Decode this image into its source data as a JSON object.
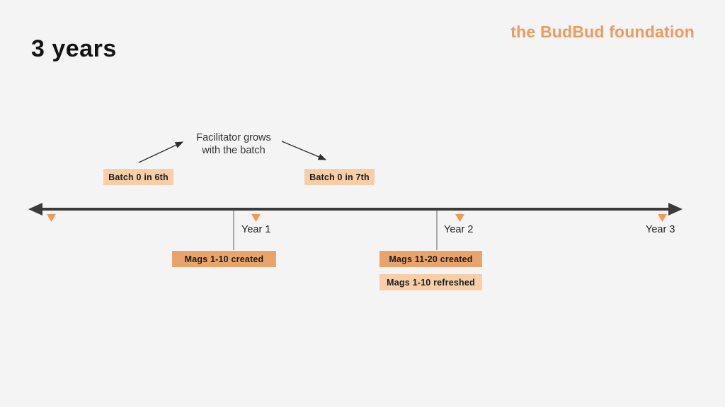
{
  "slide": {
    "title": "3 years",
    "brand": "the BudBud foundation"
  },
  "annotation": {
    "line1": "Facilitator grows",
    "line2": "with the batch"
  },
  "batch_labels": {
    "sixth": "Batch 0 in 6th",
    "seventh": "Batch 0 in 7th"
  },
  "timeline": {
    "year_labels": [
      "Year 1",
      "Year 2",
      "Year 3"
    ],
    "marker_count": 4
  },
  "event_boxes": {
    "mags_created_1": "Mags 1-10 created",
    "mags_created_2": "Mags 11-20 created",
    "mags_refreshed": "Mags 1-10 refreshed"
  },
  "colors": {
    "background": "#F4F4F4",
    "brand_orange": "#EB9B5E",
    "box_light": "#F6CFA9",
    "box_dark": "#E9A46C",
    "marker_orange": "#F09B51",
    "timeline_dark": "#3B3B3B",
    "annotation_arrow": "#2E2E2E"
  }
}
